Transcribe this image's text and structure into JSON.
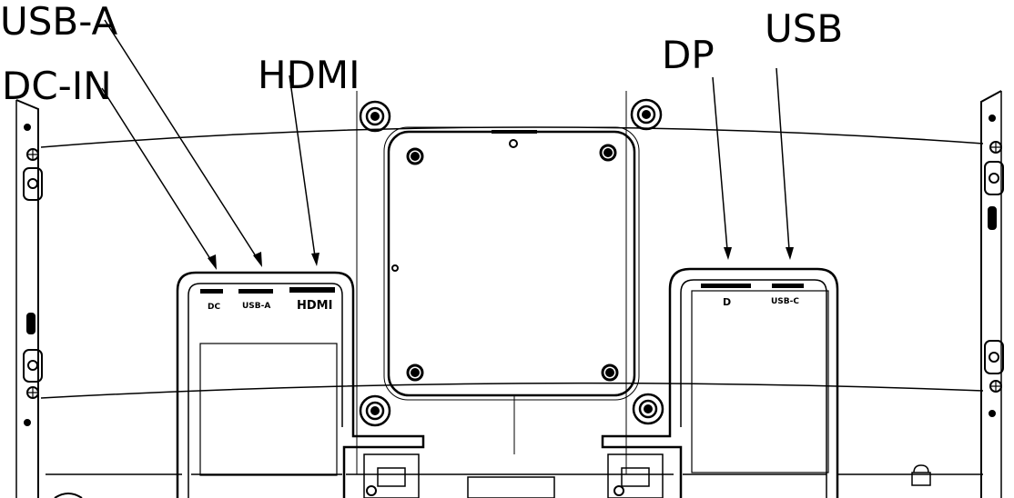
{
  "callouts": {
    "usb_a": "USB-A",
    "dc_in": "DC-IN",
    "hdmi": "HDMI",
    "dp": "DP",
    "usb": "USB"
  },
  "port_labels": {
    "dc": "DC",
    "usb_a": "USB-A",
    "hdmi": "HDMI",
    "dp": "D",
    "usb_c": "USB-C"
  },
  "colors": {
    "line": "#000000",
    "background": "#ffffff",
    "port_fill": "#000000"
  }
}
